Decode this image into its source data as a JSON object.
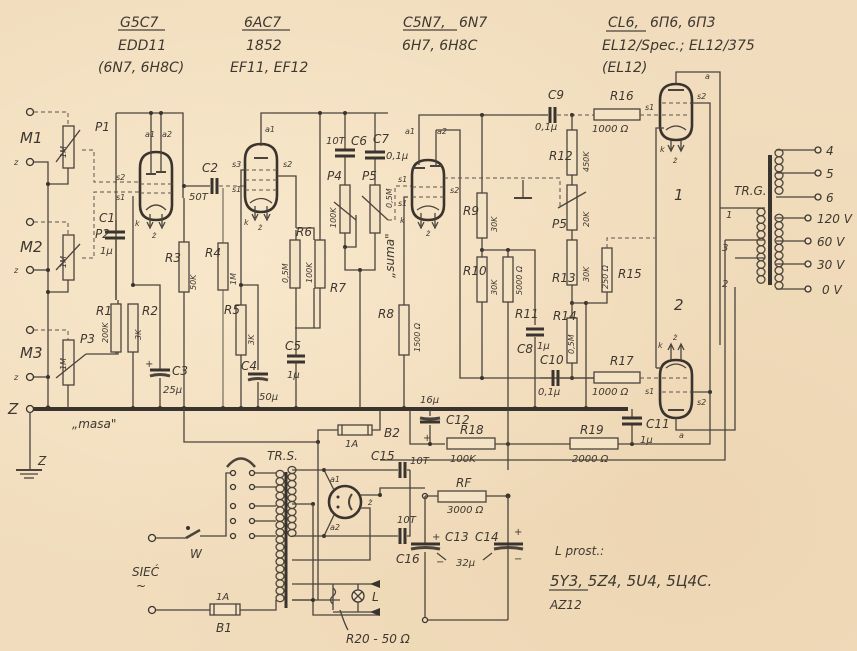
{
  "tube_headers": {
    "v1": {
      "main": "G5C7",
      "alt1": "EDD11",
      "alt2": "(6N7, 6H8C)"
    },
    "v2": {
      "main": "6AC7",
      "alt1": "1852",
      "alt2": "EF11, EF12"
    },
    "v3": {
      "main": "C5N7,",
      "main2": "6N7",
      "alt1": "6H7, 6H8C"
    },
    "v4": {
      "main": "CL6,",
      "main2": "6П6, 6П3",
      "alt1": "EL12/Spec.; EL12/375",
      "alt2": "(EL12)"
    }
  },
  "inputs": {
    "m1": "M1",
    "m2": "M2",
    "m3": "M3",
    "z": "z",
    "z_main": "Z",
    "z_ground": "Z",
    "masa": "„masa\""
  },
  "components": {
    "p1": "P1",
    "p1_val": "1M",
    "p2": "P2",
    "p2_val": "1M",
    "p3": "P3",
    "p3_val": "1M",
    "p4": "P4",
    "p4_val": "100K",
    "p5a": "P5",
    "p5a_val": "0,5M",
    "p5b": "P5",
    "p5b_val": "20K",
    "c1": "C1",
    "c1_val": "1μ",
    "c2": "C2",
    "c2_val": "50T",
    "c3": "C3",
    "c3_val": "25μ",
    "c4": "C4",
    "c4_val": "50μ",
    "c5": "C5",
    "c5_val": "1μ",
    "c6": "C6",
    "c6_val": "10T",
    "c7": "C7",
    "c7_val": "0,1μ",
    "c8": "C8",
    "c8_val": "1μ",
    "c9": "C9",
    "c9_val": "0,1μ",
    "c10": "C10",
    "c10_val": "0,1μ",
    "c11": "C11",
    "c11_val": "1μ",
    "c12": "C12",
    "c12_val": "16μ",
    "c13": "C13",
    "c14": "C14",
    "c1314_val": "32μ",
    "c15": "C15",
    "c15_val": "10T",
    "c16": "C16",
    "c16_val": "10T",
    "r1": "R1",
    "r1_val": "200K",
    "r2": "R2",
    "r2_val": "3K",
    "r3": "R3",
    "r3_val": "50K",
    "r4": "R4",
    "r4_val": "1M",
    "r5": "R5",
    "r5_val": "3K",
    "r6": "R6",
    "r6_val": "0,5M",
    "r7": "R7",
    "r7_val": "100K",
    "r8": "R8",
    "r8_val": "1500 Ω",
    "r9": "R9",
    "r9_val": "30K",
    "r10": "R10",
    "r10_val": "30K",
    "r11": "R11",
    "r11_val": "5000 Ω",
    "r12": "R12",
    "r12_val": "450K",
    "r13": "R13",
    "r13_val": "30K",
    "r14": "R14",
    "r14_val": "0,5M",
    "r15": "R15",
    "r15_val": "250 Ω",
    "r16": "R16",
    "r16_val": "1000 Ω",
    "r17": "R17",
    "r17_val": "1000 Ω",
    "r18": "R18",
    "r18_val": "100K",
    "r19": "R19",
    "r19_val": "2000 Ω",
    "rf": "RF",
    "rf_val": "3000 Ω",
    "r20": "R20 - 50 Ω",
    "suma": "„suma\"",
    "b1": "B1",
    "b1_val": "1A",
    "b2": "B2",
    "b2_val": "1A",
    "w": "W",
    "siec": "SIEĆ",
    "lamp": "L"
  },
  "tube_pins": {
    "a1": "a1",
    "a2": "a2",
    "s1": "s1",
    "s2": "s2",
    "s3": "s3",
    "k": "k",
    "z": "ż",
    "a": "a",
    "out1": "1",
    "out2": "2"
  },
  "transformers": {
    "trg": "TR.G.",
    "trg_primary": [
      "1",
      "3",
      "2"
    ],
    "trg_taps": [
      "4",
      "5",
      "6"
    ],
    "trg_voltages": [
      "120 V",
      "60 V",
      "30 V",
      "0 V"
    ],
    "trs": "TR.S."
  },
  "rectifier_note": {
    "title": "L prost.:",
    "line1": "5Y3, 5Z4, 5U4, 5Ц4C.",
    "line2": "AZ12"
  },
  "colors": {
    "paper": "#f1ddbd",
    "ink": "#3a342e"
  }
}
